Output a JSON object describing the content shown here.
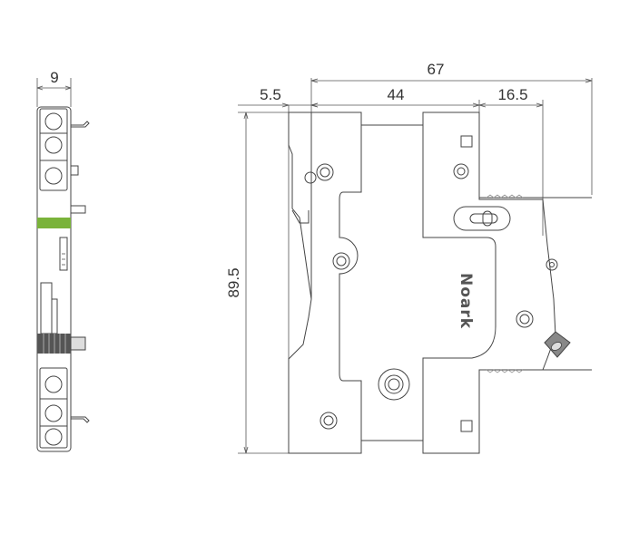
{
  "dimensions": {
    "side_width": "9",
    "total_width": "67",
    "left_offset": "5.5",
    "middle_width": "44",
    "right_width": "16.5",
    "height": "89.5"
  },
  "brand": "Noark",
  "colors": {
    "line": "#444444",
    "green_band": "#7ab33a",
    "dark_gray": "#555555",
    "toggle_gray": "#888888"
  }
}
